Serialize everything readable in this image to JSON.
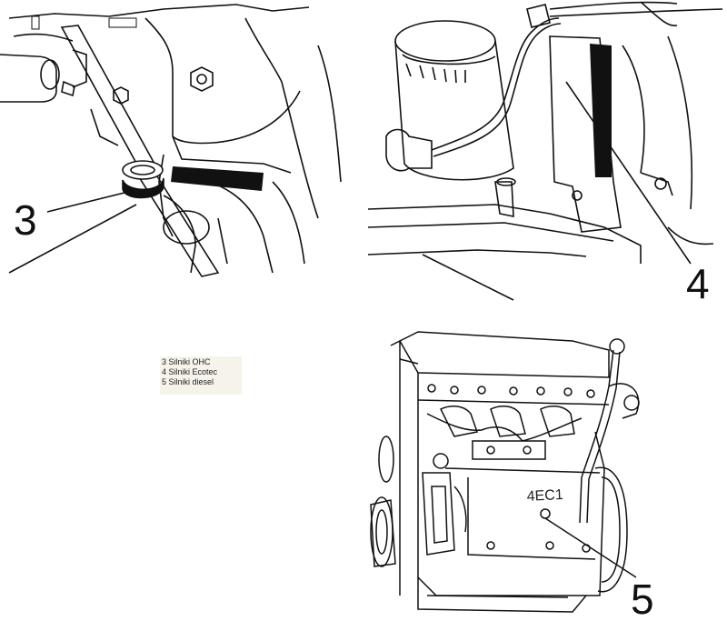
{
  "callouts": {
    "c3": "3",
    "c4": "4",
    "c5": "5"
  },
  "engine_marking": "4EC1",
  "legend": [
    "3 Silniki OHC",
    "4 Silniki Ecotec",
    "5 Silniki diesel"
  ]
}
